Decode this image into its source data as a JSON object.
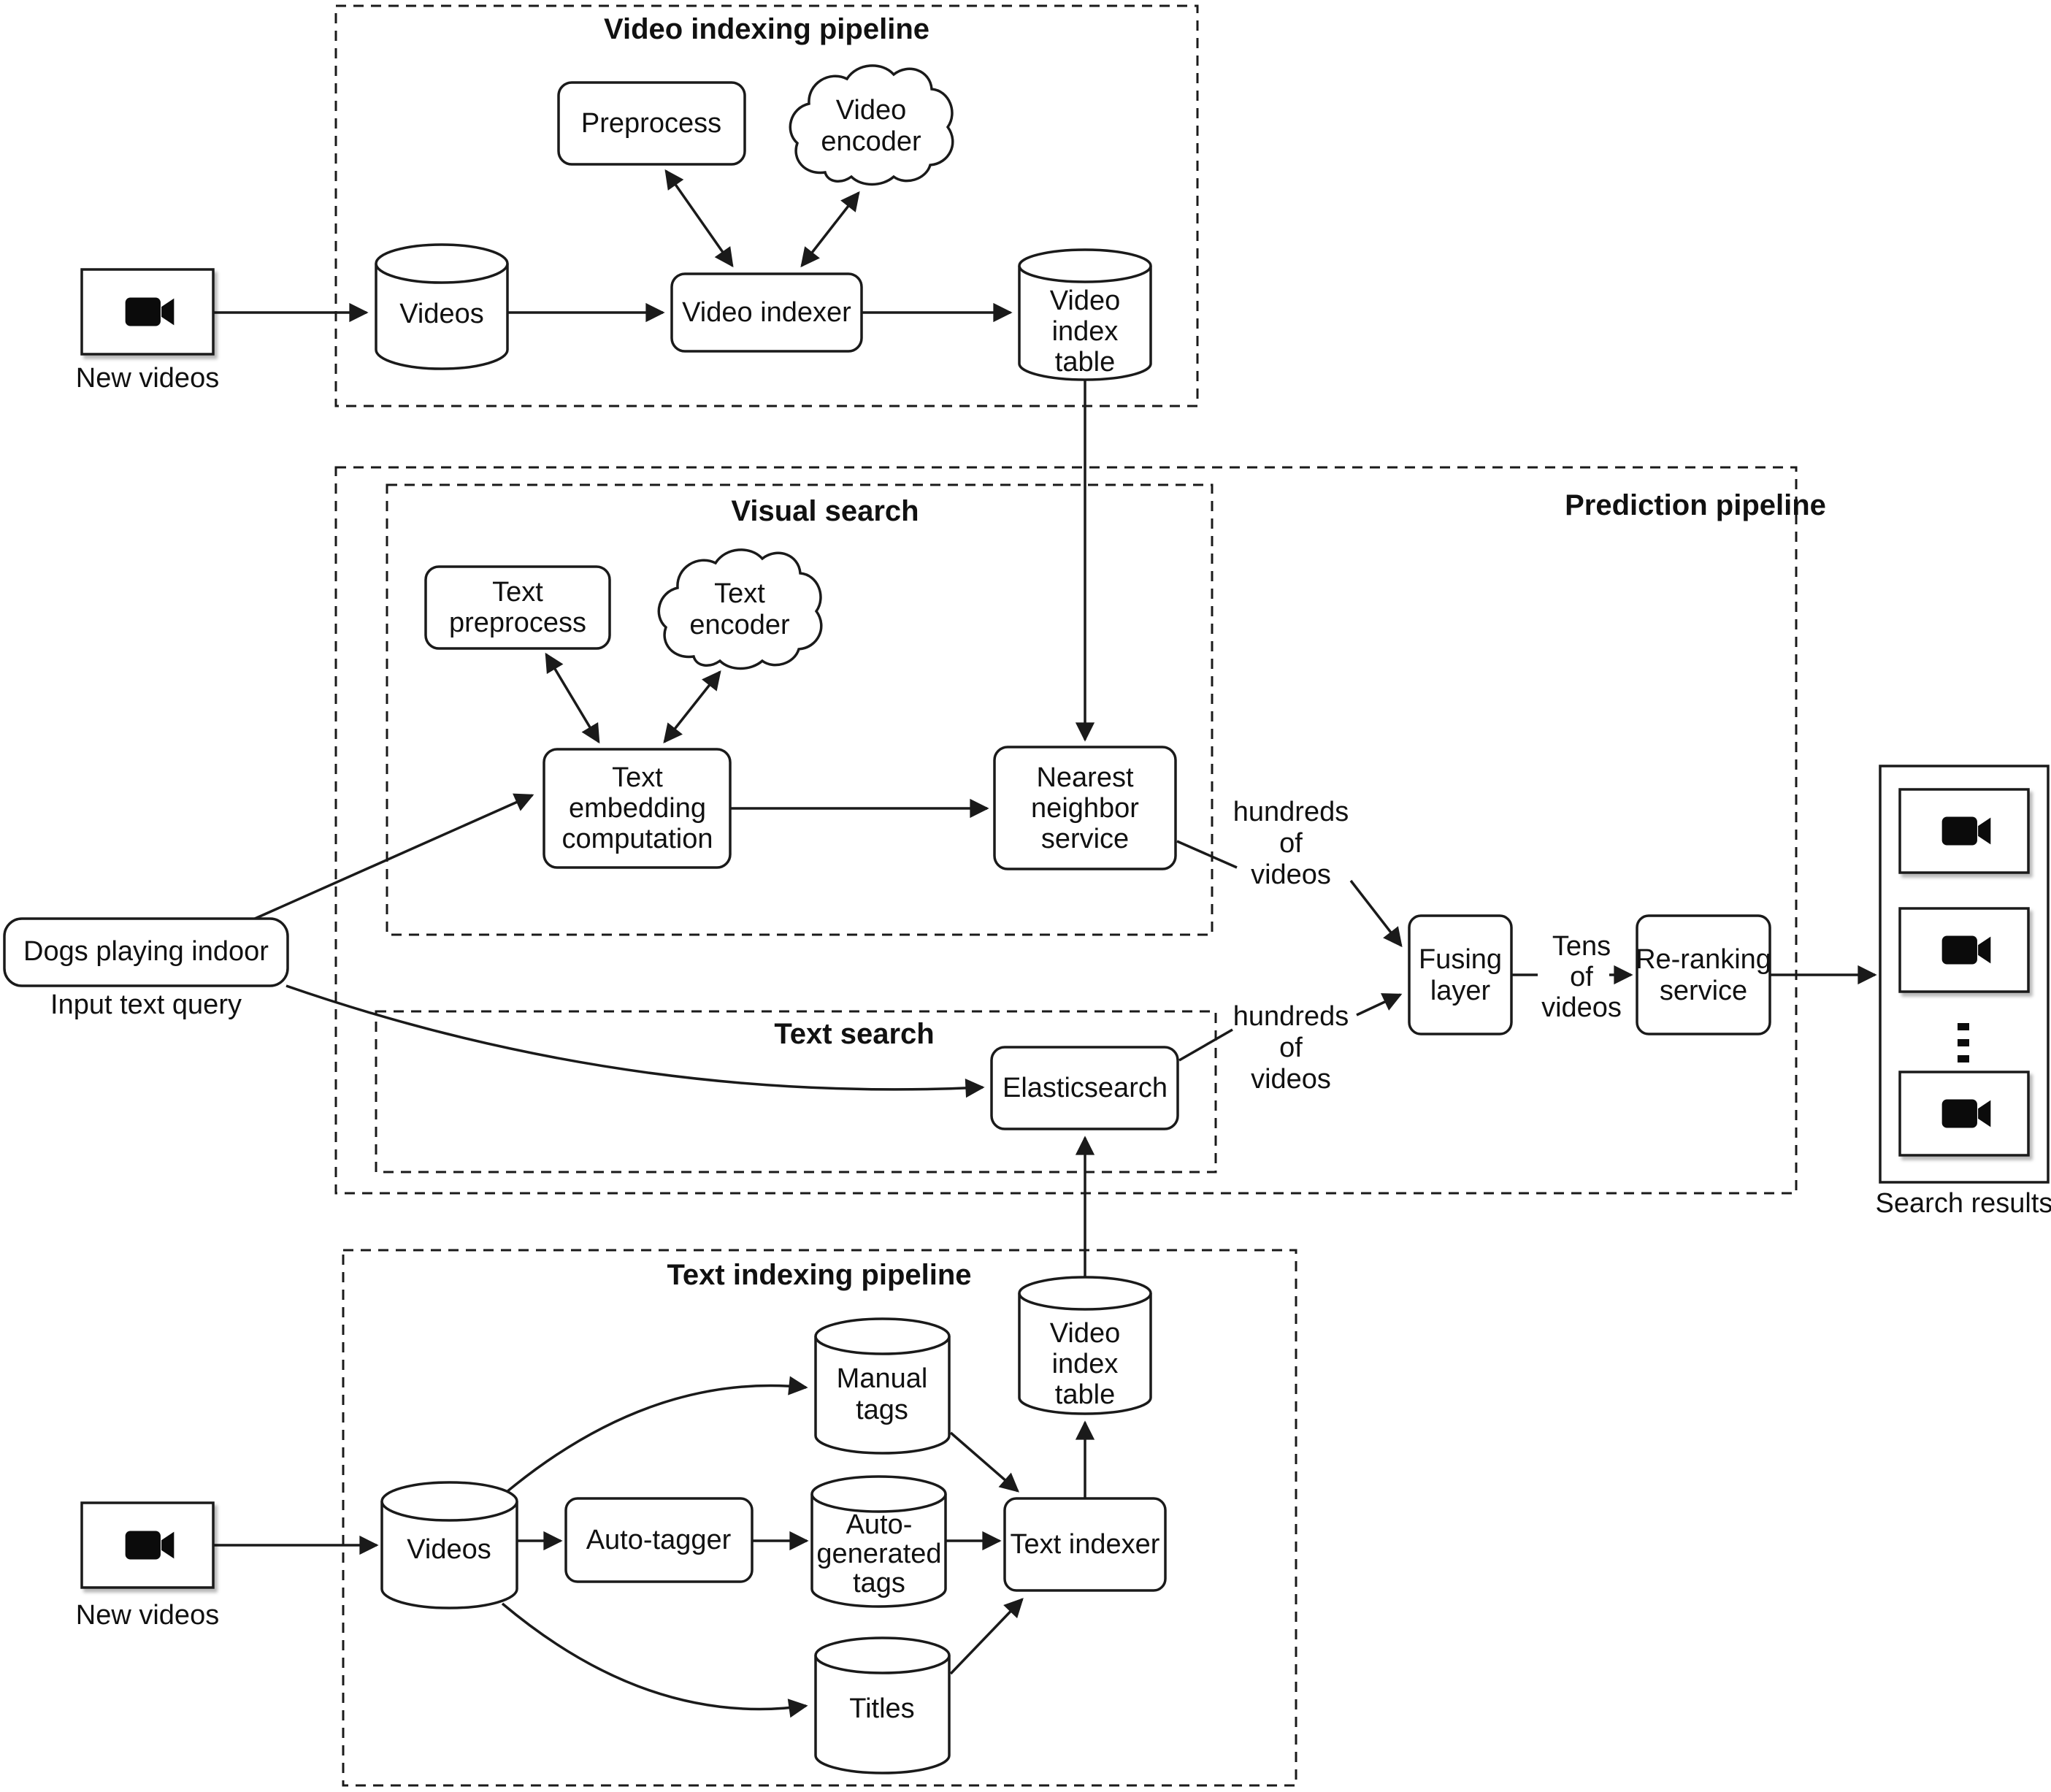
{
  "pipelines": {
    "video_indexing": {
      "title": "Video indexing pipeline"
    },
    "prediction": {
      "title": "Prediction pipeline"
    },
    "visual_search": {
      "title": "Visual search"
    },
    "text_search": {
      "title": "Text search"
    },
    "text_indexing": {
      "title": "Text indexing pipeline"
    }
  },
  "nodes": {
    "new_videos_top": {
      "caption": "New videos"
    },
    "videos_top": {
      "label": "Videos"
    },
    "preprocess": {
      "label": "Preprocess"
    },
    "video_encoder": {
      "lines": [
        "Video",
        "encoder"
      ]
    },
    "video_indexer": {
      "label": "Video indexer"
    },
    "video_index_table_top": {
      "lines": [
        "Video",
        "index",
        "table"
      ]
    },
    "text_preprocess": {
      "lines": [
        "Text",
        "preprocess"
      ]
    },
    "text_encoder": {
      "lines": [
        "Text",
        "encoder"
      ]
    },
    "text_embedding": {
      "lines": [
        "Text",
        "embedding",
        "computation"
      ]
    },
    "nearest_neighbor": {
      "lines": [
        "Nearest",
        "neighbor",
        "service"
      ]
    },
    "query": {
      "label": "Dogs playing indoor",
      "caption": "Input text query"
    },
    "elasticsearch": {
      "label": "Elasticsearch"
    },
    "fusing_layer": {
      "lines": [
        "Fusing",
        "layer"
      ]
    },
    "reranking": {
      "lines": [
        "Re-ranking",
        "service"
      ]
    },
    "search_results": {
      "caption": "Search results"
    },
    "new_videos_bottom": {
      "caption": "New videos"
    },
    "videos_bottom": {
      "label": "Videos"
    },
    "auto_tagger": {
      "label": "Auto-tagger"
    },
    "manual_tags": {
      "lines": [
        "Manual",
        "tags"
      ]
    },
    "auto_generated_tags": {
      "lines": [
        "Auto-",
        "generated",
        "tags"
      ]
    },
    "titles": {
      "label": "Titles"
    },
    "text_indexer": {
      "label": "Text indexer"
    },
    "video_index_table_bottom": {
      "lines": [
        "Video",
        "index",
        "table"
      ]
    }
  },
  "edge_labels": {
    "hundreds_top": {
      "lines": [
        "hundreds",
        "of",
        "videos"
      ]
    },
    "hundreds_bottom": {
      "lines": [
        "hundreds",
        "of",
        "videos"
      ]
    },
    "tens": {
      "lines": [
        "Tens",
        "of",
        "videos"
      ]
    }
  },
  "colors": {
    "stroke": "#1a1a1a",
    "text": "#111111",
    "background": "#ffffff"
  }
}
